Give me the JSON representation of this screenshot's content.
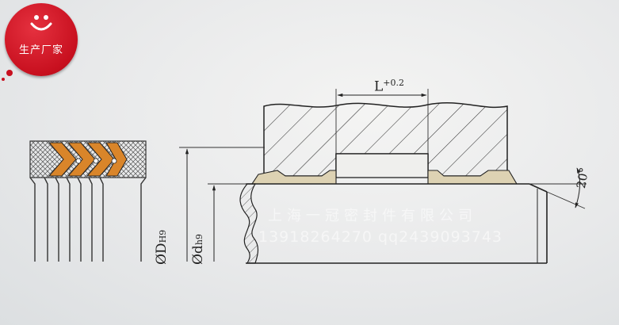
{
  "badge": {
    "label": "生产厂家",
    "icon": "smiley-icon",
    "color": "#c8101f"
  },
  "dimensions": {
    "length_symbol": "L",
    "length_tolerance": "+0.2",
    "bore_symbol": "ØD",
    "bore_fit": "H9",
    "rod_symbol": "Ød",
    "rod_fit": "h9",
    "chamfer_angle": "20°"
  },
  "watermark": {
    "company": "上海一冠密封件有限公司",
    "contact": "13918264270  qq2439093743"
  },
  "colors": {
    "seal_orange": "#d9852a",
    "seal_tan": "#ddd2b3",
    "line": "#2a2a2a"
  }
}
